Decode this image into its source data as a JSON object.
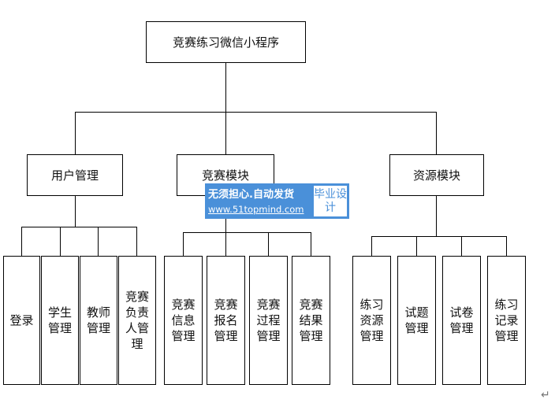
{
  "root": "竞赛练习微信小程序",
  "modules": [
    {
      "label": "用户管理",
      "children": [
        "登录",
        "学生管理",
        "教师管理",
        "竞赛负责人管理"
      ]
    },
    {
      "label": "竞赛模块",
      "children": [
        "竞赛信息管理",
        "竞赛报名管理",
        "竞赛过程管理",
        "竞赛结果管理"
      ]
    },
    {
      "label": "资源模块",
      "children": [
        "练习资源管理",
        "试题管理",
        "试卷管理",
        "练习记录管理"
      ]
    }
  ],
  "watermark": {
    "line1": "无须担心.自动发货",
    "line2": "www.51topmind.com",
    "badge": "毕业设计"
  },
  "return_mark": "↵"
}
